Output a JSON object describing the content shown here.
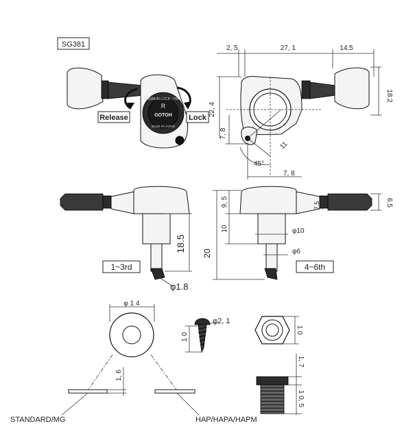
{
  "model_label": "SG381",
  "release_label": "Release",
  "lock_label": "Lock",
  "brand": {
    "line1": "MAGNUM LOCK - TRAD",
    "line2": "GOTOH",
    "line3": "MADE IN JAPAN"
  },
  "top_dims": {
    "d1": "2, 5",
    "d2": "27, 1",
    "d3": "14.5",
    "d4": "18.2",
    "d5": "22, 4",
    "d6": "7, 8",
    "d7": "11",
    "d8": "45°",
    "d9": "7, 8"
  },
  "side_dims": {
    "d1": "18.5",
    "d2": "φ1.8",
    "d3": "9, 5",
    "d4": "10",
    "d5": "20",
    "d6": "φ10",
    "d7": "φ6",
    "d8": "7.5",
    "d9": "6.5"
  },
  "range_left": "1~3rd",
  "range_right": "4~6th",
  "parts_dims": {
    "washer_dia": "φ 1 4",
    "screw_dia": "φ2, 1",
    "screw_len": "1 0",
    "nut_h": "1 0",
    "washer_t": "1, 6",
    "bush_h1": "1, 7",
    "bush_h2": "1 0, 5"
  },
  "bottom_left_label": "STANDARD/MG",
  "bottom_right_label": "HAP/HAPA/HAPM"
}
